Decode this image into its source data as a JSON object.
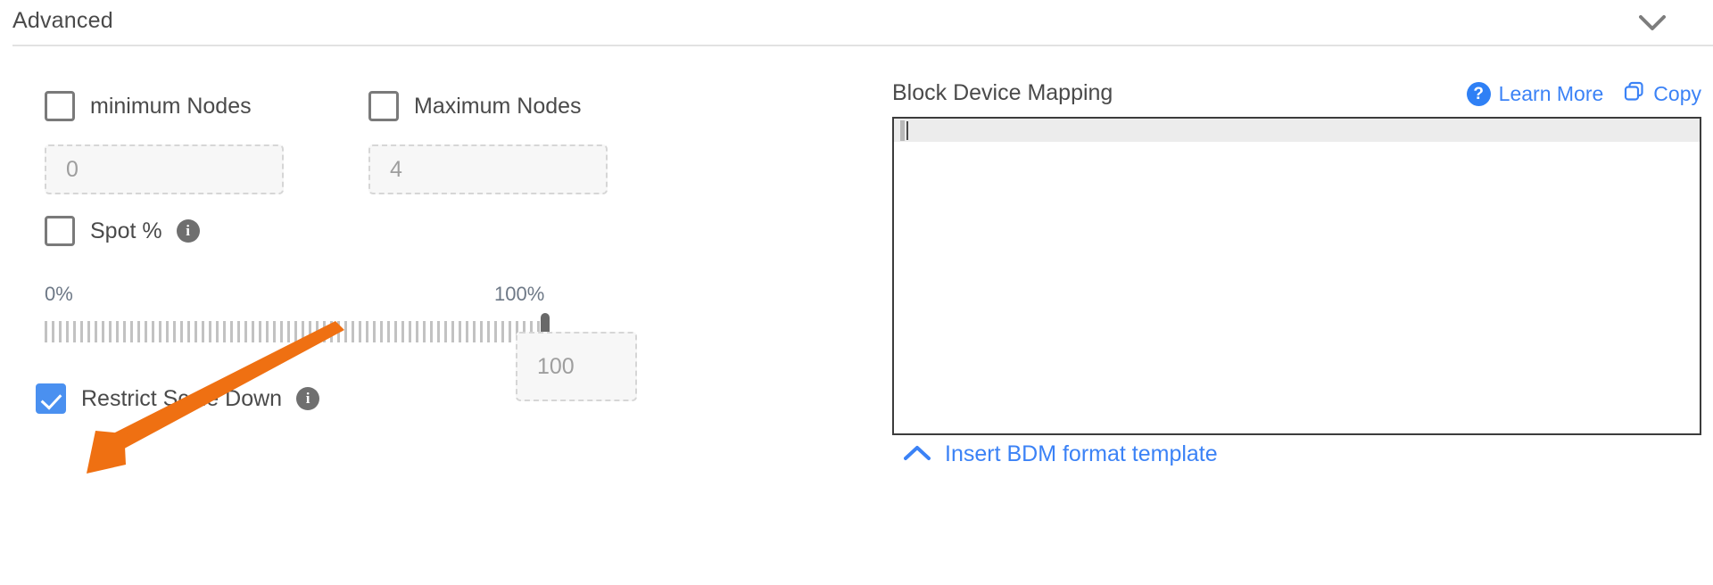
{
  "header": {
    "title": "Advanced",
    "collapse_icon": "chevron-down-icon"
  },
  "advanced": {
    "min_nodes": {
      "label": "minimum Nodes",
      "checked": false,
      "input_placeholder": "0"
    },
    "max_nodes": {
      "label": "Maximum Nodes",
      "checked": false,
      "input_placeholder": "4"
    },
    "spot_percent": {
      "label": "Spot %",
      "checked": false,
      "info_icon": "info-icon",
      "slider_min_label": "0%",
      "slider_max_label": "100%",
      "slider_value": 100,
      "value_input_placeholder": "100"
    },
    "restrict_scale_down": {
      "label": "Restrict Scale Down",
      "checked": true,
      "info_icon": "info-icon"
    }
  },
  "block_device_mapping": {
    "title": "Block Device Mapping",
    "learn_more_label": "Learn More",
    "learn_more_icon": "help-question-icon",
    "copy_label": "Copy",
    "copy_icon": "copy-icon",
    "editor_content": "",
    "insert_template_label": "Insert BDM format template",
    "insert_template_icon": "chevron-up-icon"
  },
  "annotation": {
    "arrow_color": "#ef7012",
    "target": "restrict-scale-down-checkbox"
  },
  "colors": {
    "accent_blue": "#3b82f6",
    "checkbox_checked": "#4a90f0",
    "text": "#4a4a4a",
    "muted": "#9e9e9e",
    "annotation_orange": "#ef7012"
  }
}
